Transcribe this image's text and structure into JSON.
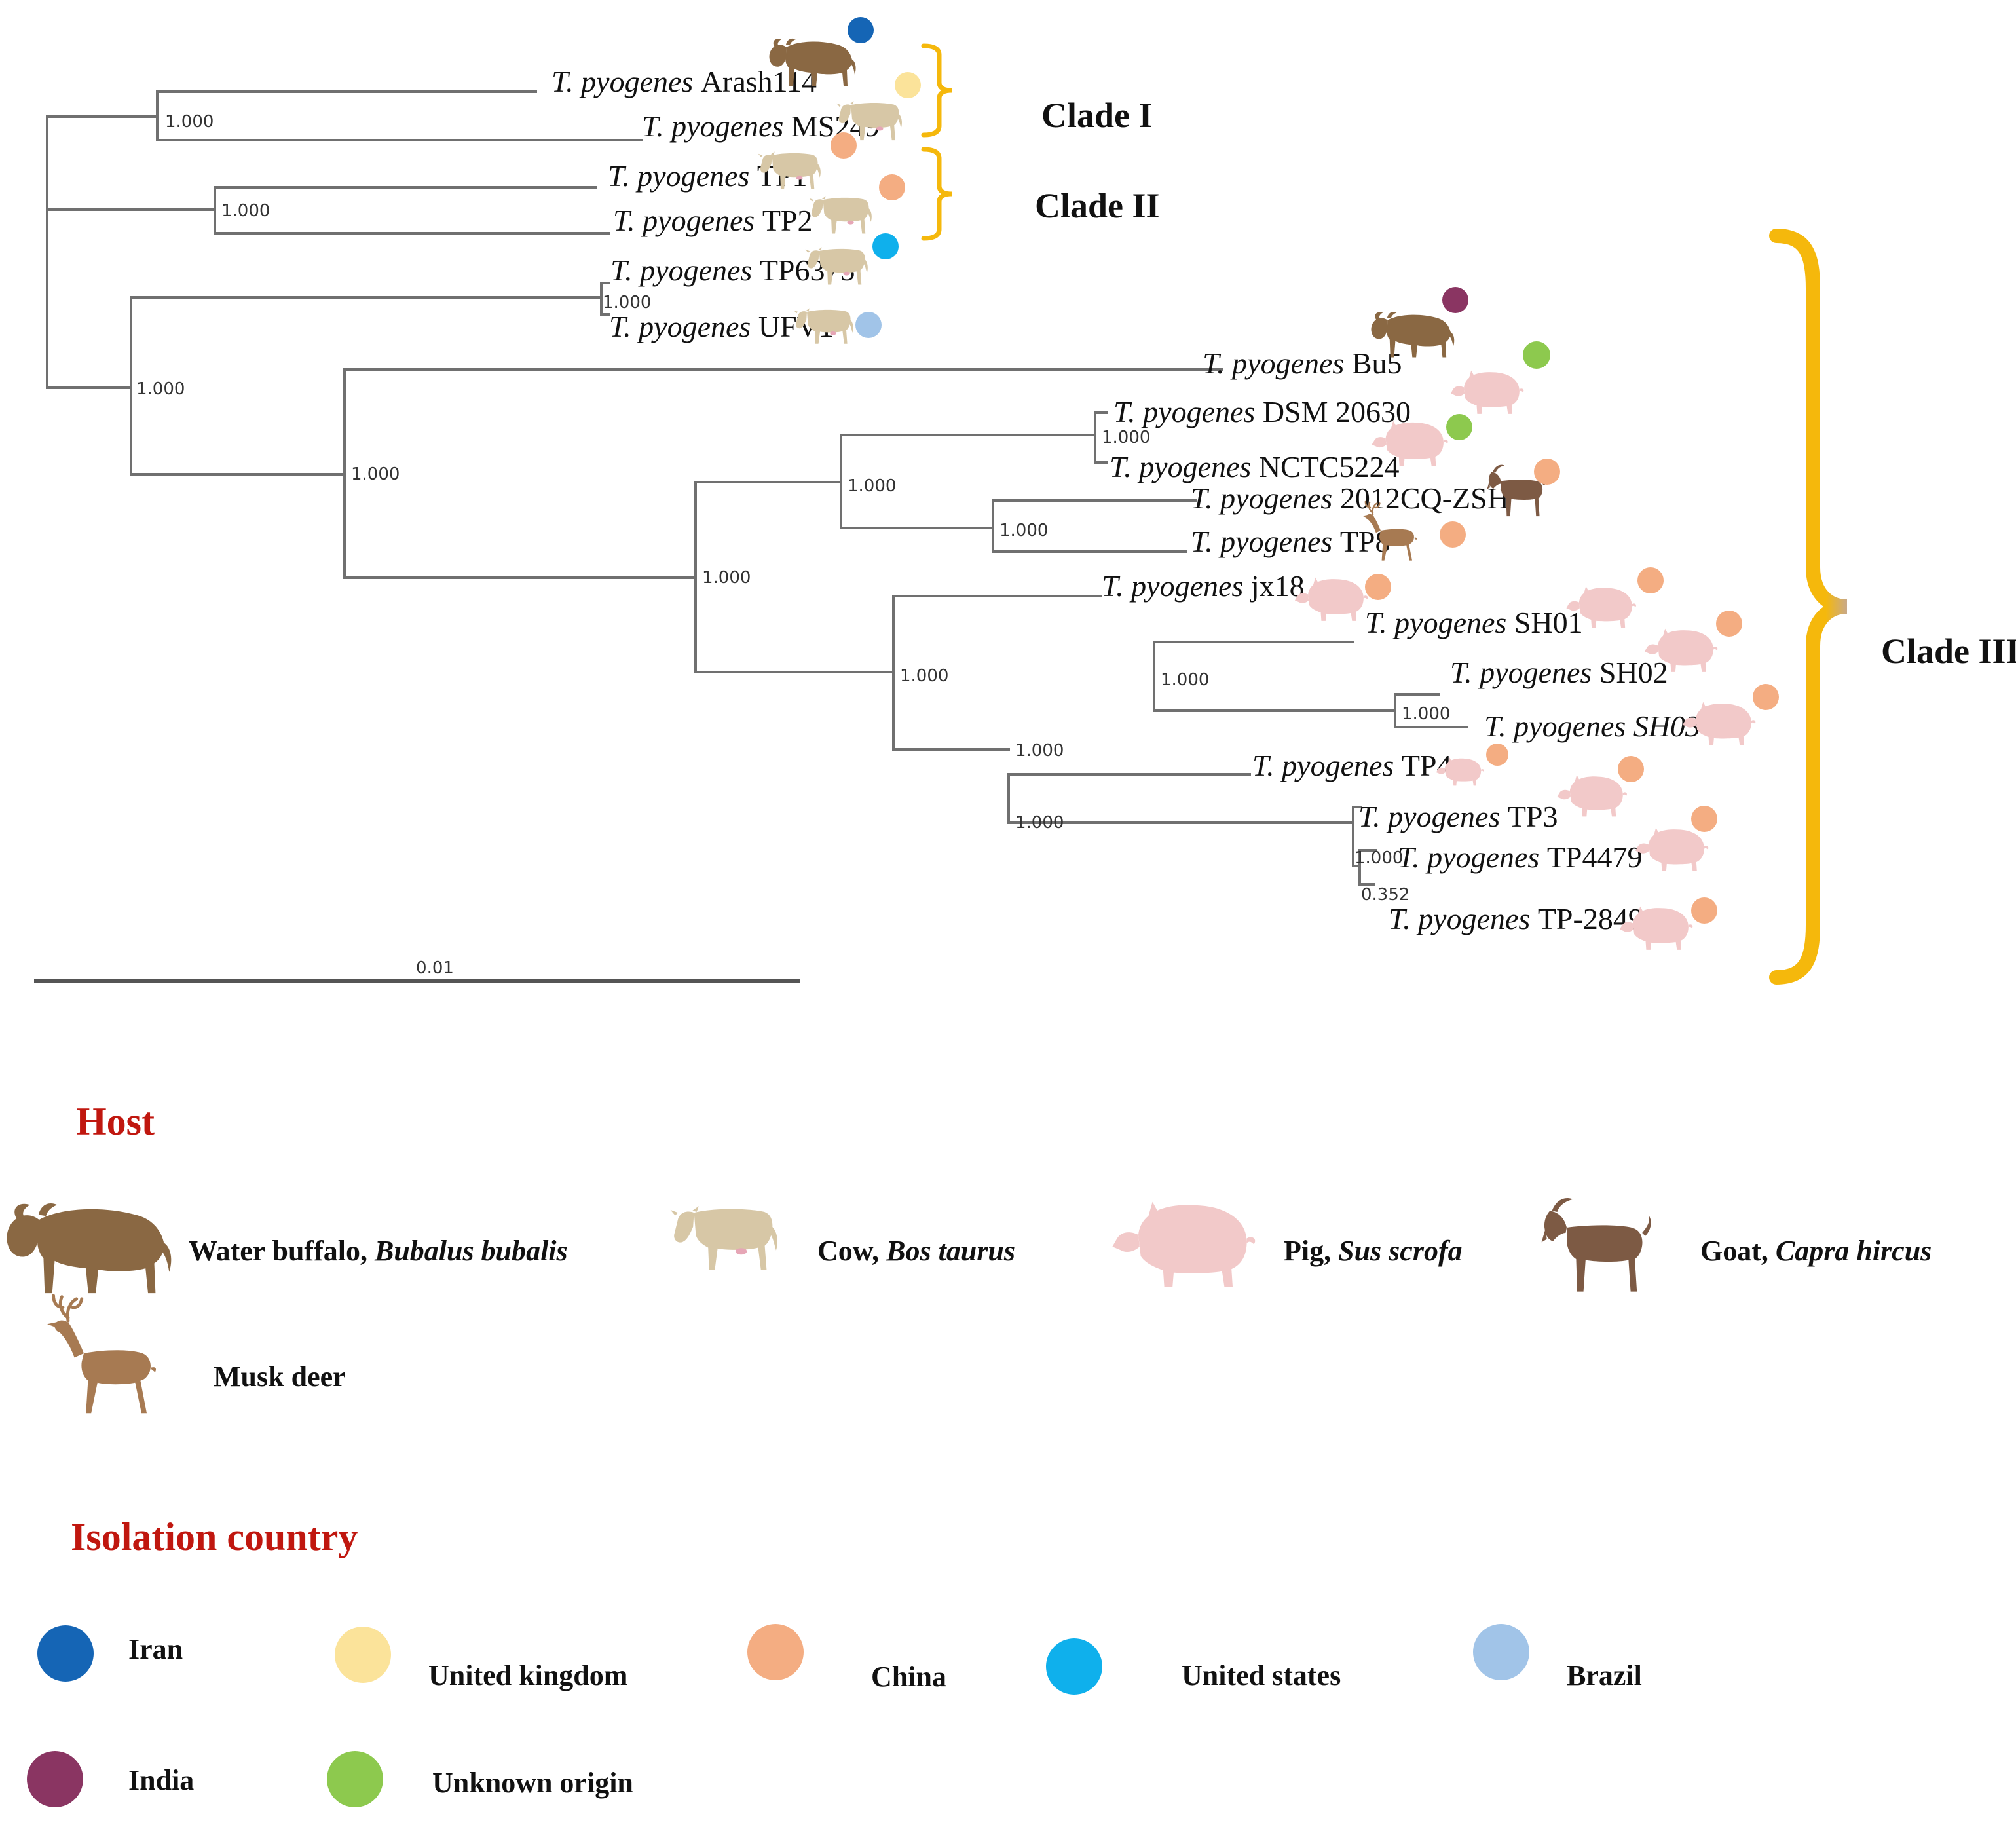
{
  "tree": {
    "genus_abbrev": "T.",
    "species": "pyogenes",
    "taxa": [
      {
        "id": "arash114",
        "strain": "Arash114",
        "host": "buffalo",
        "country": "iran"
      },
      {
        "id": "ms249",
        "strain": "MS249",
        "host": "cow",
        "country": "uk"
      },
      {
        "id": "tp1",
        "strain": "TP1",
        "host": "cow",
        "country": "china"
      },
      {
        "id": "tp2",
        "strain": "TP2",
        "host": "cow",
        "country": "china"
      },
      {
        "id": "tp6375",
        "strain": "TP6375",
        "host": "cow",
        "country": "us"
      },
      {
        "id": "ufv1",
        "strain": "UFV1",
        "host": "cow",
        "country": "brazil"
      },
      {
        "id": "bu5",
        "strain": "Bu5",
        "host": "buffalo",
        "country": "india"
      },
      {
        "id": "dsm20630",
        "strain": "DSM 20630",
        "host": "pig",
        "country": "unknown"
      },
      {
        "id": "nctc5224",
        "strain": "NCTC5224",
        "host": "pig",
        "country": "unknown"
      },
      {
        "id": "cq",
        "strain": "2012CQ-ZSH",
        "host": "goat",
        "country": "china"
      },
      {
        "id": "tp8",
        "strain": "TP8",
        "host": "deer",
        "country": "china"
      },
      {
        "id": "jx18",
        "strain": "jx18",
        "host": "pig",
        "country": "china"
      },
      {
        "id": "sh01",
        "strain": "SH01",
        "host": "pig",
        "country": "china"
      },
      {
        "id": "sh02",
        "strain": "SH02",
        "host": "pig",
        "country": "china"
      },
      {
        "id": "sh03",
        "strain": "SH03",
        "host": "pig",
        "country": "china",
        "italic": true
      },
      {
        "id": "tp4",
        "strain": "TP4",
        "host": "pig",
        "country": "china"
      },
      {
        "id": "tp3",
        "strain": "TP3",
        "host": "pig",
        "country": "china"
      },
      {
        "id": "tp4479",
        "strain": "TP4479",
        "host": "pig",
        "country": "china"
      },
      {
        "id": "tp2849",
        "strain": "TP-2849",
        "host": "pig",
        "country": "china"
      }
    ],
    "supports": [
      {
        "node": "arash_ms",
        "value": "1.000"
      },
      {
        "node": "tp1_tp2",
        "value": "1.000"
      },
      {
        "node": "tp6375_ufv1",
        "value": "1.000"
      },
      {
        "node": "ingroup",
        "value": "1.000"
      },
      {
        "node": "clade3",
        "value": "1.000"
      },
      {
        "node": "dsm_nctc",
        "value": "1.000"
      },
      {
        "node": "upper3",
        "value": "1.000"
      },
      {
        "node": "cq_tp8",
        "value": "1.000"
      },
      {
        "node": "core3",
        "value": "1.000"
      },
      {
        "node": "lower3",
        "value": "1.000"
      },
      {
        "node": "sh",
        "value": "1.000"
      },
      {
        "node": "sh02_sh03",
        "value": "1.000"
      },
      {
        "node": "sh_tp",
        "value": "1.000"
      },
      {
        "node": "tp_group",
        "value": "1.000"
      },
      {
        "node": "tp3_group",
        "value": "1.000"
      },
      {
        "node": "tp4479_tp2849",
        "value": "0.352"
      }
    ],
    "scale_bar": "0.01"
  },
  "clades": {
    "clade1": "Clade I",
    "clade2": "Clade II",
    "clade3": "Clade III"
  },
  "legend": {
    "host_title": "Host",
    "country_title": "Isolation country",
    "hosts": [
      {
        "key": "buffalo",
        "common": "Water buffalo,",
        "latin": "Bubalus bubalis"
      },
      {
        "key": "cow",
        "common": "Cow,",
        "latin": "Bos taurus"
      },
      {
        "key": "pig",
        "common": "Pig,",
        "latin": "Sus scrofa"
      },
      {
        "key": "goat",
        "common": "Goat,",
        "latin": "Capra hircus"
      },
      {
        "key": "deer",
        "common": "Musk deer",
        "latin": ""
      }
    ],
    "countries": [
      {
        "key": "iran",
        "label": "Iran",
        "color": "#1565b5"
      },
      {
        "key": "uk",
        "label": "United kingdom",
        "color": "#fbe39a"
      },
      {
        "key": "china",
        "label": "China",
        "color": "#f4ad82"
      },
      {
        "key": "us",
        "label": "United states",
        "color": "#0fb0ec"
      },
      {
        "key": "brazil",
        "label": "Brazil",
        "color": "#a1c4e8"
      },
      {
        "key": "india",
        "label": "India",
        "color": "#8a3562"
      },
      {
        "key": "unknown",
        "label": "Unknown origin",
        "color": "#8dc94e"
      }
    ]
  },
  "colors": {
    "branch": "#707070",
    "bracket": "#f5b80c",
    "legend_title": "#c0170f",
    "buffalo": "#8a6843",
    "cow": "#d7c7a6",
    "pig": "#f2c9c9",
    "goat": "#7d5a44",
    "deer": "#a77a52"
  }
}
